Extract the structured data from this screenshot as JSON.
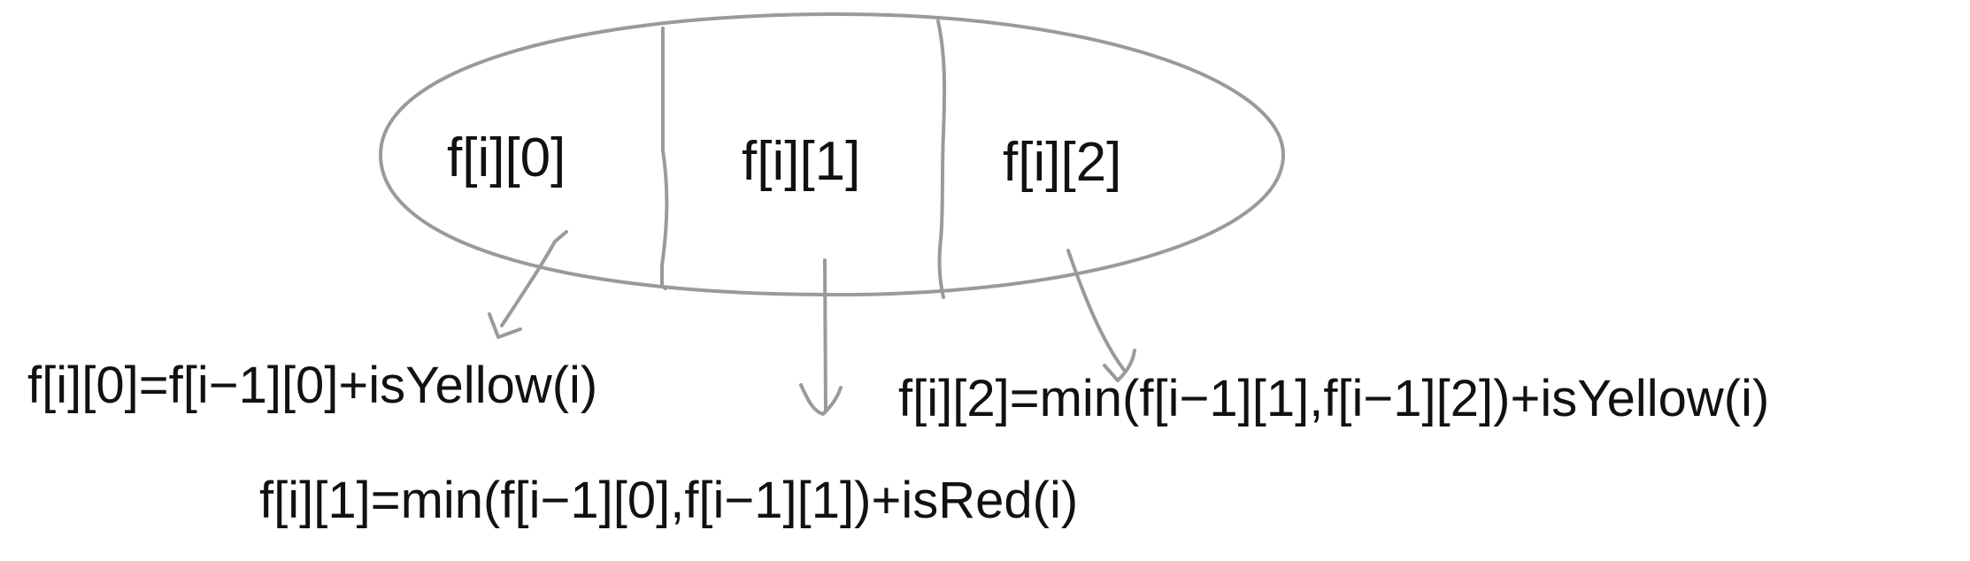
{
  "colors": {
    "background": "#ffffff",
    "text": "#111111",
    "stroke": "#9a9a9a"
  },
  "states": [
    {
      "label": "f[i][0]"
    },
    {
      "label": "f[i][1]"
    },
    {
      "label": "f[i][2]"
    }
  ],
  "formulas": [
    {
      "text": "f[i][0]=f[i−1][0]+isYellow(i)"
    },
    {
      "text": "f[i][1]=min(f[i−1][0],f[i−1][1])+isRed(i)"
    },
    {
      "text": "f[i][2]=min(f[i−1][1],f[i−1][2])+isYellow(i)"
    }
  ]
}
